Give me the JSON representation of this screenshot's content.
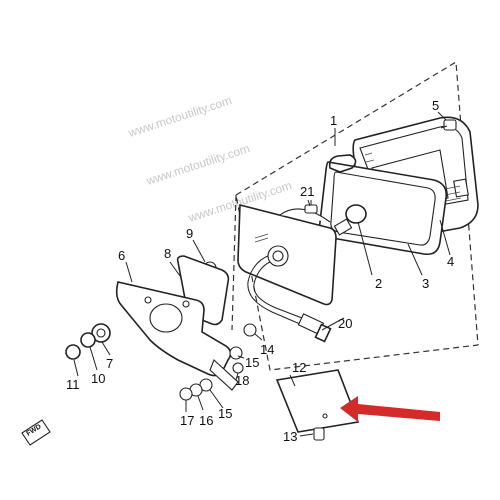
{
  "diagram": {
    "watermark": "www.motoutility.com",
    "fwd_label": "FWD",
    "part_numbers": {
      "p1": "1",
      "p2": "2",
      "p3": "3",
      "p4": "4",
      "p5": "5",
      "p6": "6",
      "p7": "7",
      "p8": "8",
      "p9": "9",
      "p10": "10",
      "p11": "11",
      "p12": "12",
      "p13": "13",
      "p14": "14",
      "p15a": "15",
      "p15b": "15",
      "p16": "16",
      "p17": "17",
      "p18": "18",
      "p20": "20",
      "p21": "21"
    },
    "highlight_color": "#d42a2a"
  }
}
